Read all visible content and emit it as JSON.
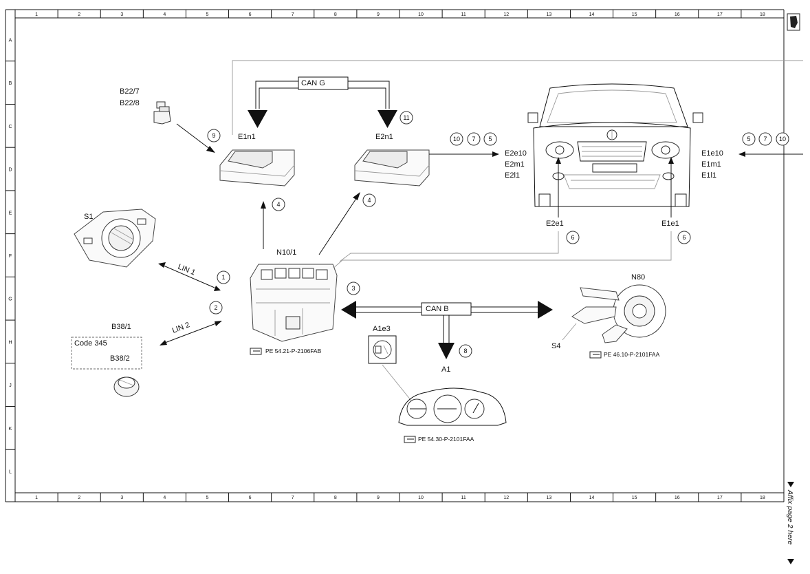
{
  "frame": {
    "columns": [
      "1",
      "2",
      "3",
      "4",
      "5",
      "6",
      "7",
      "8",
      "9",
      "10",
      "11",
      "12",
      "13",
      "14",
      "15",
      "16",
      "17",
      "18"
    ],
    "rows": [
      "A",
      "B",
      "C",
      "D",
      "E",
      "F",
      "G",
      "H",
      "J",
      "K",
      "L"
    ]
  },
  "labels": {
    "b22_7": "B22/7",
    "b22_8": "B22/8",
    "e1n1": "E1n1",
    "e2n1": "E2n1",
    "can_g": "CAN G",
    "can_b": "CAN B",
    "s1": "S1",
    "n10_1": "N10/1",
    "lin1": "LIN 1",
    "lin2": "LIN 2",
    "b38_1": "B38/1",
    "code345": "Code 345",
    "b38_2": "B38/2",
    "a1e3": "A1e3",
    "a1": "A1",
    "n80": "N80",
    "s4": "S4",
    "e2e10": "E2e10",
    "e2m1": "E2m1",
    "e2l1": "E2l1",
    "e1e10": "E1e10",
    "e1m1": "E1m1",
    "e1l1": "E1l1",
    "e2e1": "E2e1",
    "e1e1": "E1e1"
  },
  "references": {
    "n10_1": "PE 54.21-P-2106FAB",
    "a1": "PE 54.30-P-2101FAA",
    "n80": "PE 46.10-P-2101FAA"
  },
  "callouts": {
    "c9": "9",
    "c11": "11",
    "c4a": "4",
    "c4b": "4",
    "c10a": "10",
    "c7a": "7",
    "c5a": "5",
    "c5b": "5",
    "c7b": "7",
    "c10b": "10",
    "c6a": "6",
    "c6b": "6",
    "c1": "1",
    "c2": "2",
    "c3": "3",
    "c8": "8"
  },
  "affix_note": "Affix page 2 here"
}
